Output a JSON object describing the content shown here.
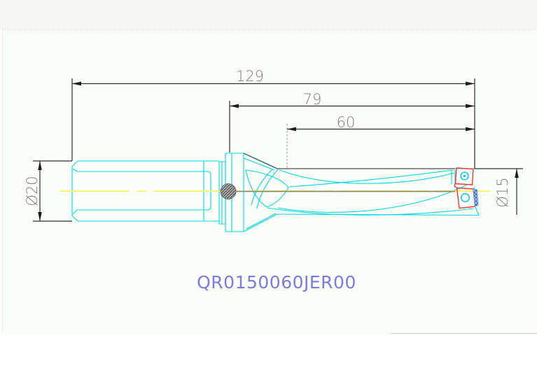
{
  "part_number": "QR0150060JER00",
  "dimensions": {
    "overall_length": "129",
    "body_length": "79",
    "flute_length": "60",
    "shank_diameter": "Ø20",
    "cutting_diameter": "Ø15"
  },
  "colors": {
    "outline_cyan": "#00d9e0",
    "cone_edge_dark": "#336a72",
    "body_edge_gray": "#8f8f8f",
    "centerline_yellow": "#f6f67c",
    "centerline_olive": "#8b8b66",
    "insert_outline_red": "#ee3b30",
    "insert_fill_blue": "#4d4dd2",
    "screw_cyan": "#23c9dc",
    "dimension_line": "#2e2e2e",
    "dimension_text": "#7f7f7f",
    "part_number_blue": "#7b7be0",
    "panel_background": "#fbfdf9",
    "strip_background": "#f5f6f2"
  }
}
